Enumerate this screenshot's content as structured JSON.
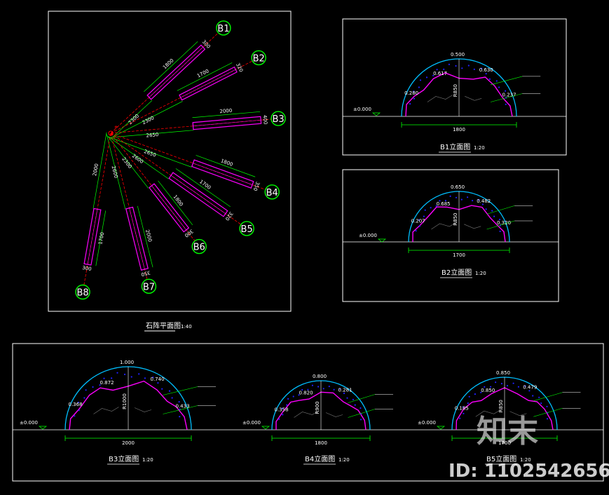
{
  "plan": {
    "title": "石阵平面图",
    "scale": "1:40",
    "stones": [
      {
        "tag": "B1",
        "len": "1800",
        "dist": "2300",
        "w": "300"
      },
      {
        "tag": "B2",
        "len": "1700",
        "dist": "2300",
        "w": "320"
      },
      {
        "tag": "B3",
        "len": "2000",
        "dist": "2650",
        "w": "400"
      },
      {
        "tag": "B4",
        "len": "1800",
        "dist": "2650",
        "w": "350"
      },
      {
        "tag": "B5",
        "len": "1700",
        "dist": "2600",
        "w": "320"
      },
      {
        "tag": "B6",
        "len": "1800",
        "dist": "2300",
        "w": "300"
      },
      {
        "tag": "B7",
        "len": "2000",
        "dist": "2600",
        "w": "350"
      },
      {
        "tag": "B8",
        "len": "1700",
        "dist": "2000",
        "w": "300"
      }
    ]
  },
  "elevations": [
    {
      "title": "B1立面图",
      "scale": "1:20",
      "base": "1800",
      "radius": "R850",
      "level": "±0.000",
      "dims": [
        "0.500",
        "0.617",
        "0.630",
        "0.280",
        "0.237"
      ]
    },
    {
      "title": "B2立面图",
      "scale": "1:20",
      "base": "1700",
      "radius": "R850",
      "level": "±0.000",
      "dims": [
        "0.650",
        "0.685",
        "0.482",
        "0.207",
        "0.320"
      ]
    },
    {
      "title": "B3立面图",
      "scale": "1:20",
      "base": "2000",
      "radius": "R1000",
      "level": "±0.000",
      "dims": [
        "1.000",
        "0.872",
        "0.740",
        "0.368",
        "0.433"
      ]
    },
    {
      "title": "B4立面图",
      "scale": "1:20",
      "base": "1800",
      "radius": "R900",
      "level": "±0.000",
      "dims": [
        "0.800",
        "0.820",
        "0.281",
        "0.358"
      ]
    },
    {
      "title": "B5立面图",
      "scale": "1:20",
      "base": "1700",
      "radius": "R850",
      "level": "±0.000",
      "dims": [
        "0.850",
        "0.850",
        "0.479",
        "0.185"
      ]
    }
  ],
  "watermark": {
    "brand": "知末",
    "id": "ID: 1102542656"
  },
  "colors": {
    "background": "#000000",
    "frame": "#ffffff",
    "dimension": "#00ff00",
    "stone": "#ff00ff",
    "axis": "#ff0000",
    "arc": "#00bfff",
    "hatch": "#2020ff"
  }
}
